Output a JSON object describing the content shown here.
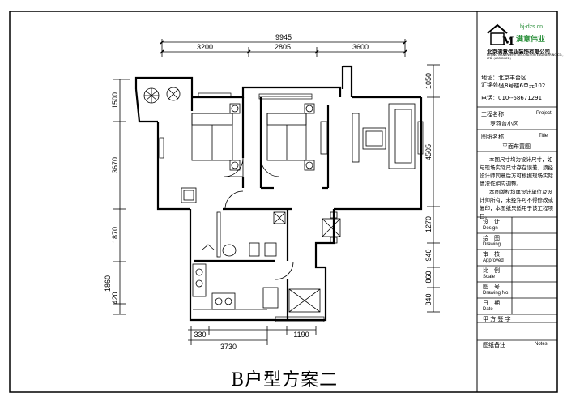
{
  "title": "B户型方案二",
  "dimensions": {
    "top_total": "9945",
    "top_segments": [
      "3200",
      "2805",
      "3600"
    ],
    "left_segments": [
      "1500",
      "3670",
      "1870",
      "1860",
      "420"
    ],
    "right_segments": [
      "1050",
      "4505",
      "1270",
      "940",
      "860",
      "840"
    ],
    "bottom_segments": [
      "330",
      "1190"
    ],
    "bottom_total": "3730"
  },
  "company": {
    "logo_name": "满意伟业",
    "url": "bj-dzs.cn",
    "name_cn": "北京满意伟业装饰有限公司",
    "name_en": "BEIJING MANYIWEIYE DECORATION ENGINEERING CO., LTD. (ABRIDGED)",
    "address_label": "地址：北京丰台区汇锦苑小",
    "address_line2": "区8号楼6单元102",
    "phone_label": "电话：010--68671291"
  },
  "title_block": {
    "project_label_cn": "工程名称",
    "project_label_en": "Project",
    "project_value": "罗燕曾小区",
    "drawing_title_cn": "图纸名称",
    "drawing_title_en": "Title",
    "drawing_title_value": "平面布置图",
    "notes": [
      "本图尺寸均为设计尺寸，如与现场实际尺寸存在误差，须经设计师同意后方可根据现场实际情况作相应调整。",
      "本图版权均属设计单位及设计师所有，未经许可不得修改或复印，本图纸只适用于该工程项目。"
    ],
    "rows": [
      {
        "cn": "设　计",
        "en": "Design"
      },
      {
        "cn": "绘　图",
        "en": "Drawing"
      },
      {
        "cn": "审　核",
        "en": "Approved"
      },
      {
        "cn": "比　例",
        "en": "Scale"
      },
      {
        "cn": "图　号",
        "en": "Drawing No."
      },
      {
        "cn": "日　期",
        "en": "Date"
      }
    ],
    "signature_label": "甲 方 签 字",
    "remarks_cn": "图纸备注",
    "remarks_en": "Notes"
  }
}
